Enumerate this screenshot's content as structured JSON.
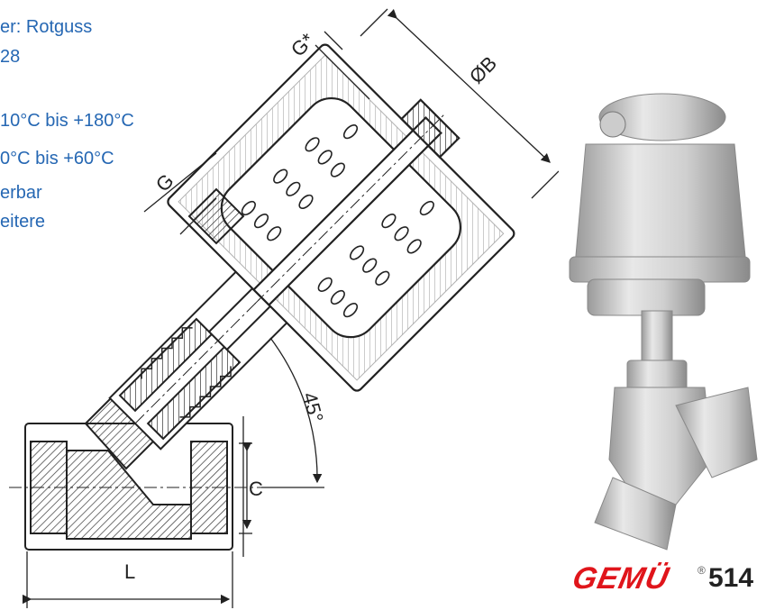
{
  "specs": {
    "lines": [
      "er: Rotguss",
      "28",
      "10°C bis +180°C",
      "0°C bis +60°C",
      "erbar",
      "eitere"
    ]
  },
  "drawing": {
    "dimensions": {
      "g_star": "G*",
      "b": "ØB",
      "g": "G",
      "angle": "45°",
      "c": "C",
      "l": "L"
    }
  },
  "brand": {
    "logo": "GEMÜ",
    "reg": "®",
    "model": "514"
  },
  "colors": {
    "text_blue": "#2567b3",
    "logo_red": "#e0151b"
  }
}
